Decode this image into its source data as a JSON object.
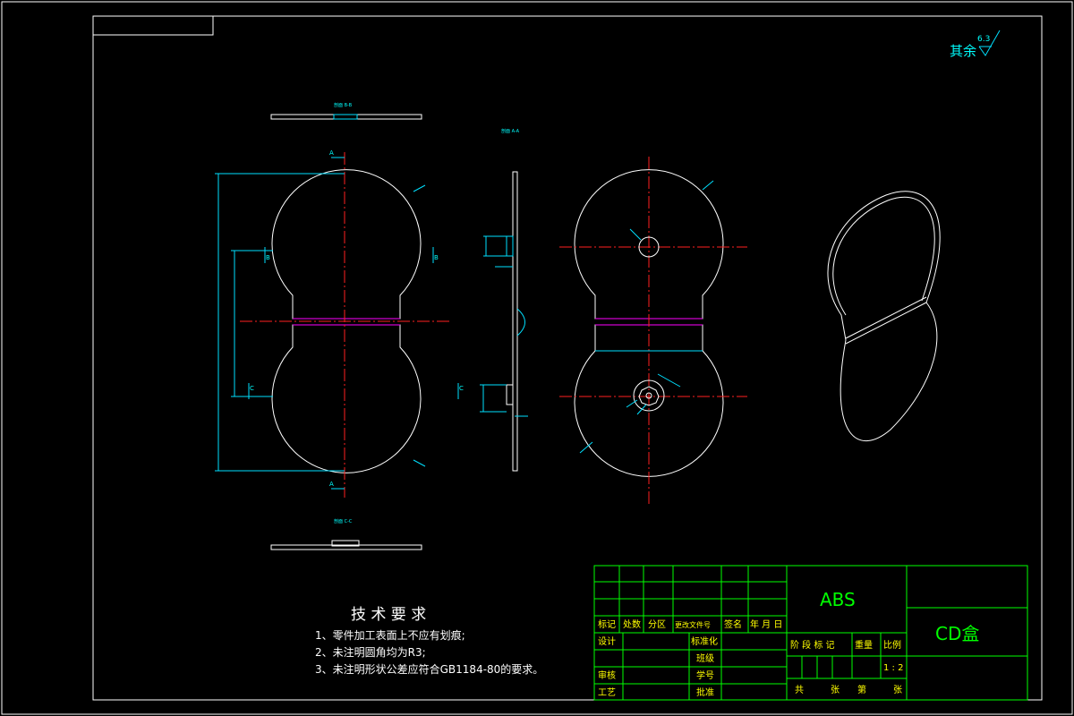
{
  "roughness": {
    "label": "其余",
    "value": "6.3"
  },
  "views": {
    "section_bb": "剖面 B-B",
    "section_aa": "剖面 A-A",
    "section_cc": "剖面 C-C",
    "mark_a_top": "A",
    "mark_a_bottom": "A",
    "mark_b_left": "B",
    "mark_b_right": "B",
    "mark_c_left": "C",
    "mark_c_right": "C"
  },
  "tech_requirements": {
    "title": "技 术 要 求",
    "items": [
      "1、零件加工表面上不应有划痕;",
      "2、未注明圆角均为R3;",
      "3、未注明形状公差应符合GB1184-80的要求。"
    ]
  },
  "title_block": {
    "material": "ABS",
    "part_name": "CD盒",
    "row_headers": [
      "标记",
      "处数",
      "分区",
      "更改文件号",
      "签名",
      "年 月 日"
    ],
    "design": "设计",
    "standardize": "标准化",
    "review": "审核",
    "process": "工艺",
    "class": "班级",
    "student_id": "学号",
    "approve": "批准",
    "stage_mark": "阶 段 标 记",
    "weight": "重量",
    "scale": "比例",
    "scale_value": "1 : 2",
    "total": "共",
    "sheets": "张",
    "page": "第",
    "sheets2": "张"
  }
}
